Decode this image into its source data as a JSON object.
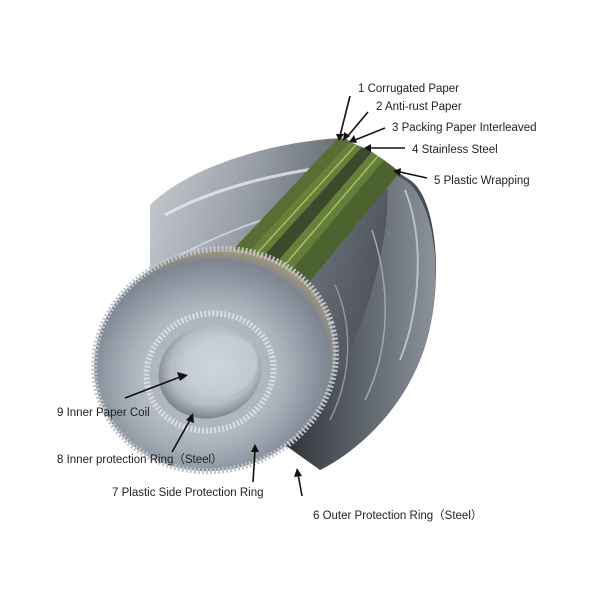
{
  "diagram": {
    "labels": {
      "l1": "1 Corrugated Paper",
      "l2": "2 Anti-rust Paper",
      "l3": "3 Packing Paper Interleaved",
      "l4": "4 Stainless Steel",
      "l5": "5 Plastic Wrapping",
      "l6": "6 Outer Protection Ring（Steel）",
      "l7": "7 Plastic Side Protection Ring",
      "l8": "8 Inner protection Ring（Steel）",
      "l9": "9 Inner Paper Coil"
    }
  },
  "colors": {
    "steel_dark": "#4a4f57",
    "steel_mid": "#8b929b",
    "steel_light": "#d7dce2",
    "layer_green": "#6f8a3a",
    "layer_dark": "#3b4a2c",
    "bronze_glow": "#c9a56b"
  }
}
